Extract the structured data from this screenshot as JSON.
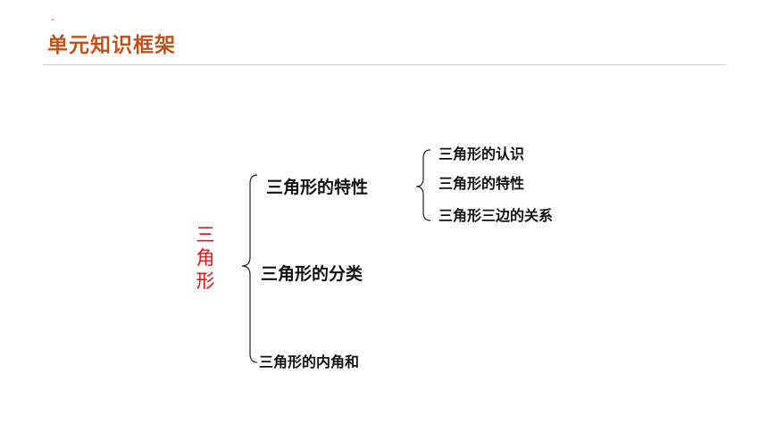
{
  "header": {
    "title": "单元知识框架"
  },
  "diagram": {
    "root": [
      "三",
      "角",
      "形"
    ],
    "branches": [
      {
        "label": "三角形的特性",
        "children": [
          "三角形的认识",
          "三角形的特性",
          "三角形三边的关系"
        ]
      },
      {
        "label": "三角形的分类"
      },
      {
        "label": "三角形的内角和"
      }
    ]
  },
  "colors": {
    "title": "#c0521c",
    "root": "#e0151b",
    "text": "#111111"
  }
}
